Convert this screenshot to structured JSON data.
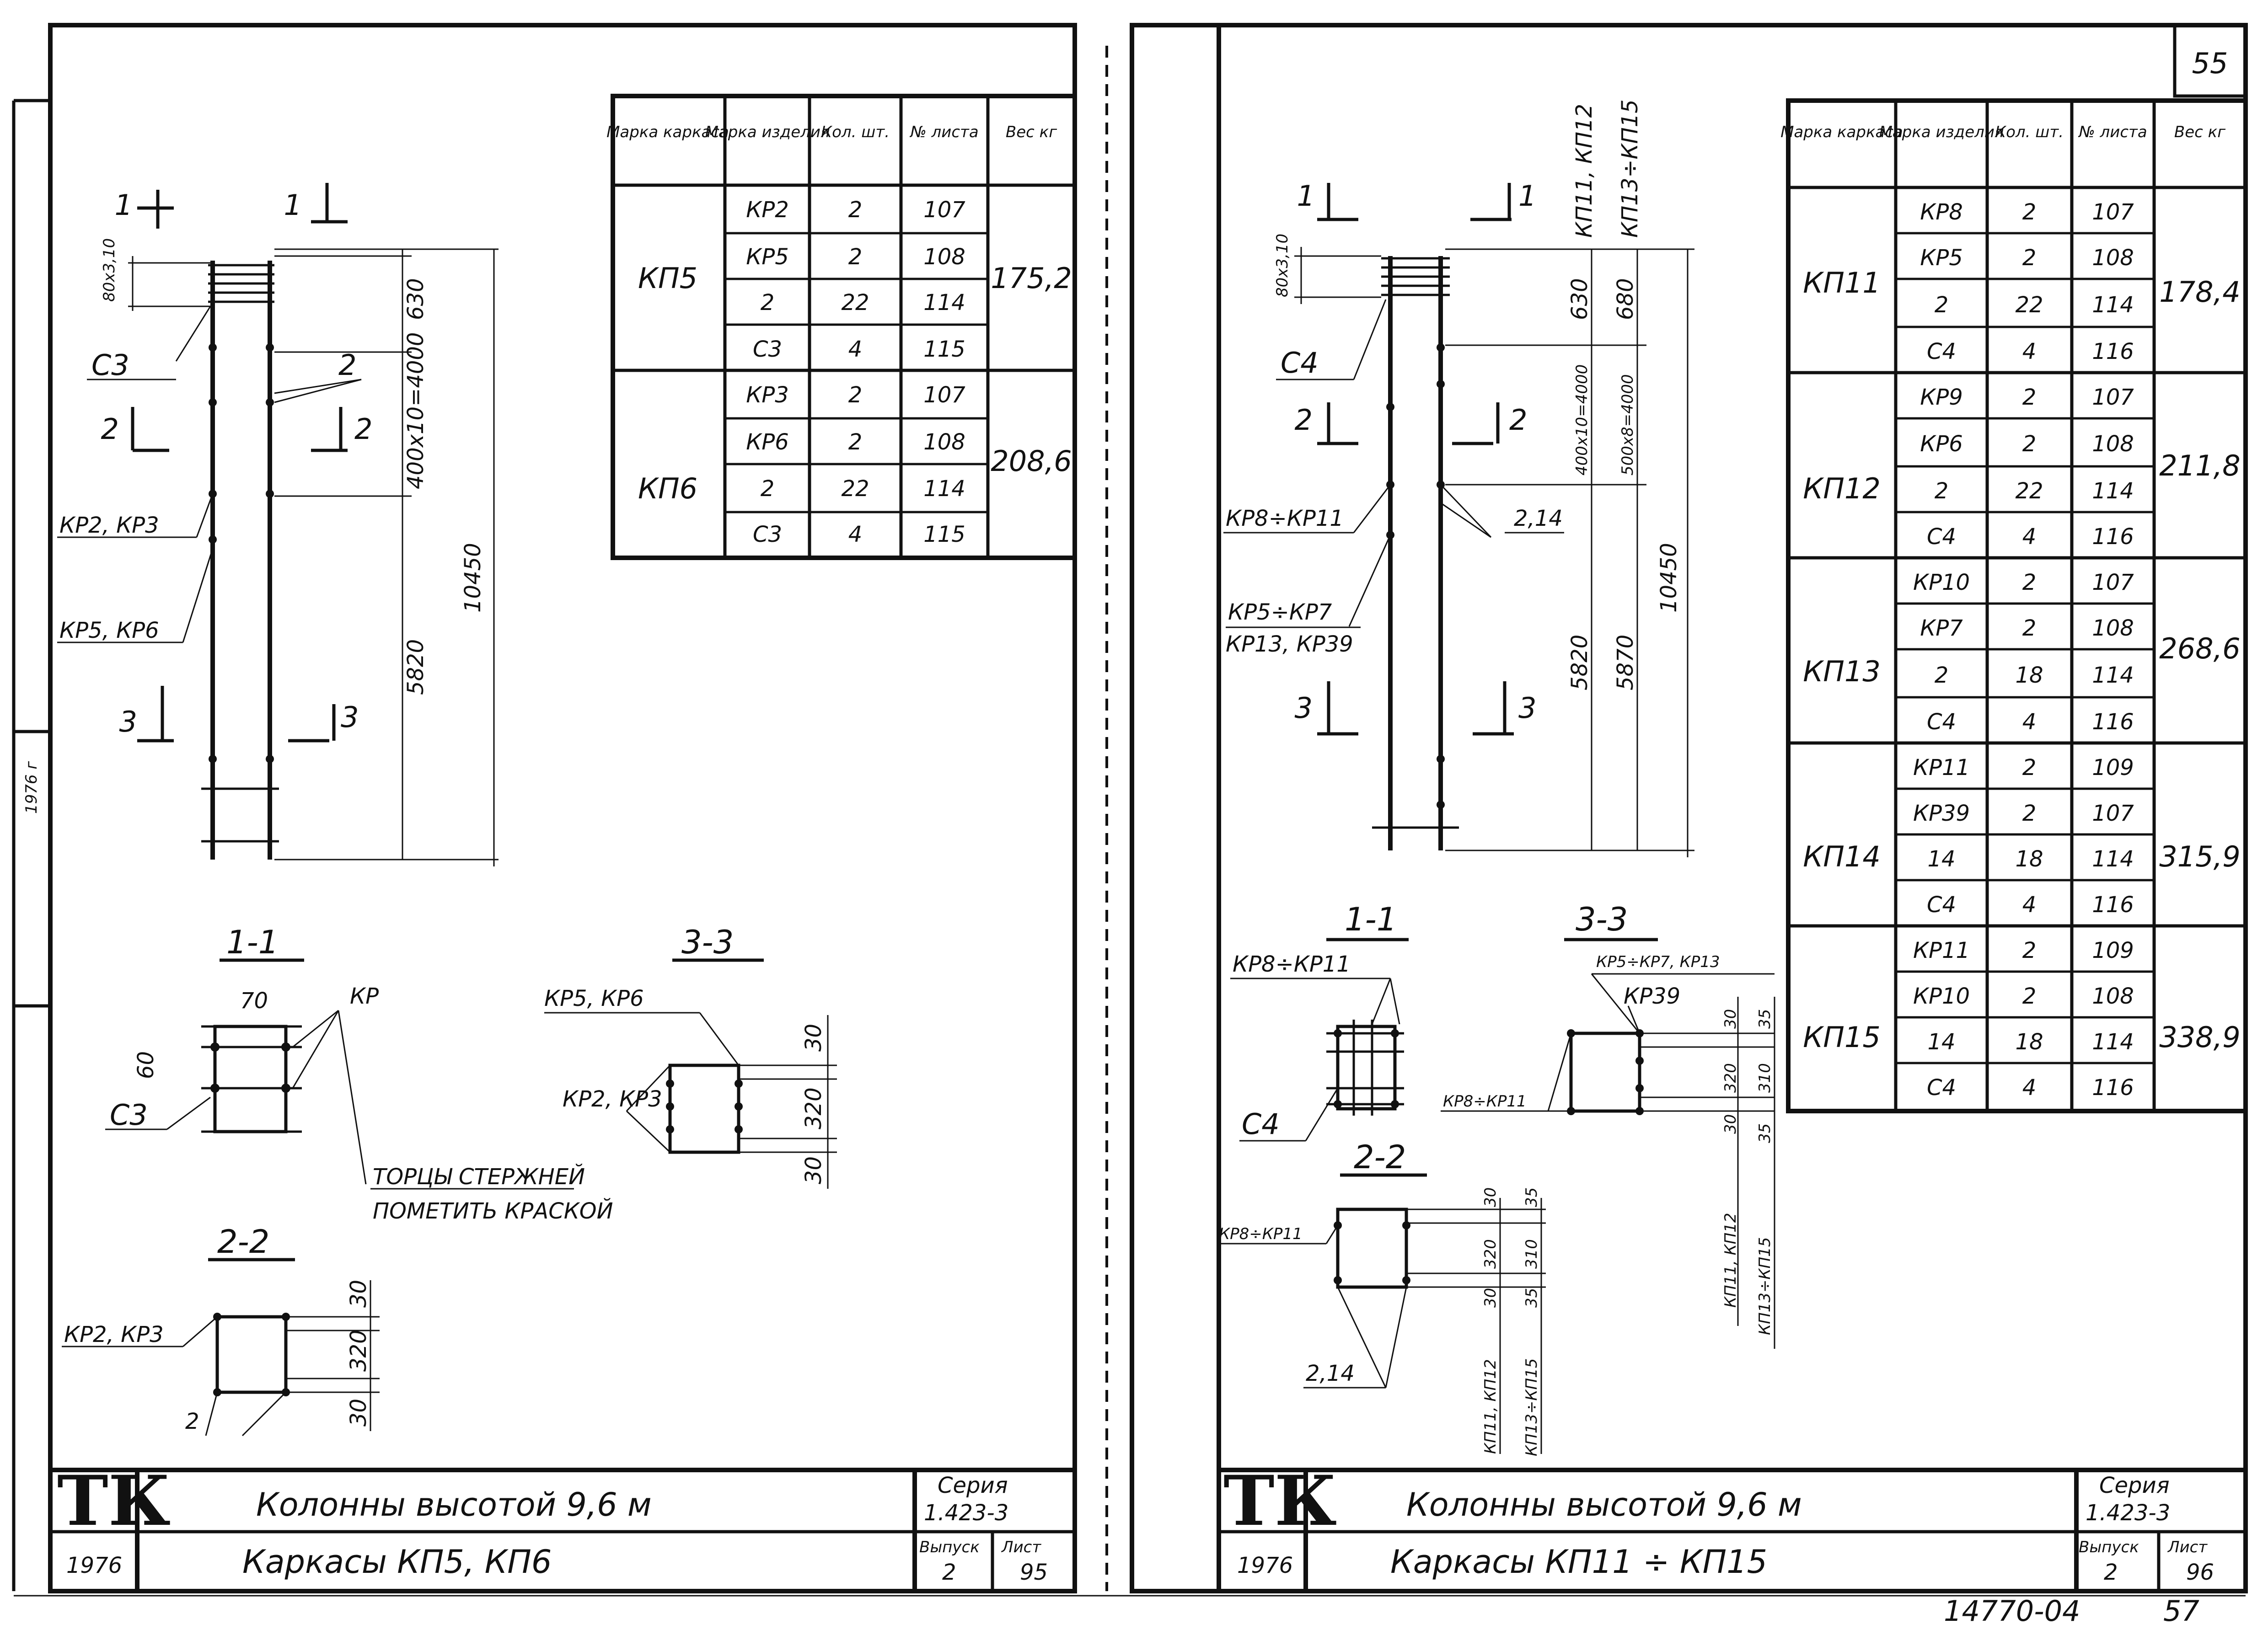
{
  "sheet_left": {
    "tables": {
      "headers": [
        "Марка каркаса",
        "Марка изделия",
        "Кол. шт.",
        "№ листа",
        "Вес кг"
      ],
      "groups": [
        {
          "frame": "КП5",
          "weight": "175,2",
          "rows": [
            [
              "КР2",
              "2",
              "107"
            ],
            [
              "КР5",
              "2",
              "108"
            ],
            [
              "2",
              "22",
              "114"
            ],
            [
              "С3",
              "4",
              "115"
            ]
          ]
        },
        {
          "frame": "КП6",
          "weight": "208,6",
          "rows": [
            [
              "КР3",
              "2",
              "107"
            ],
            [
              "КР6",
              "2",
              "108"
            ],
            [
              "2",
              "22",
              "114"
            ],
            [
              "С3",
              "4",
              "115"
            ]
          ]
        }
      ]
    },
    "drawing": {
      "section_marks": [
        "1",
        "1",
        "2",
        "2",
        "3",
        "3"
      ],
      "dims_top": "80х3,10",
      "dim_630": "630",
      "dim_400": "400х10=4000",
      "dim_5820": "5820",
      "dim_total": "10450",
      "labels": {
        "c3": "С3",
        "two": "2",
        "kr23": "КР2, КР3",
        "kr56": "КР5, КР6"
      }
    },
    "sections": {
      "s11": "1-1",
      "s33": "3-3",
      "s22": "2-2",
      "d70": "70",
      "d60": "60",
      "c3": "С3",
      "kp": "КР",
      "kr56": "КР5, КР6",
      "kr23": "КР2, КР3",
      "d30a": "30",
      "d320": "320",
      "d30b": "30",
      "note1": "ТОРЦЫ СТЕРЖНЕЙ",
      "note2": "ПОМЕТИТЬ КРАСКОЙ",
      "s22_kr23": "КР2, КР3",
      "s22_2": "2",
      "s22_d30a": "30",
      "s22_d320": "320",
      "s22_d30b": "30"
    },
    "title_block": {
      "tk": "ТК",
      "line1": "Колонны высотой 9,6 м",
      "line2": "Каркасы КП5, КП6",
      "year": "1976",
      "series_label": "Серия",
      "series": "1.423-3",
      "issue_label": "Выпуск",
      "issue": "2",
      "sheet_label": "Лист",
      "sheet": "95"
    },
    "margin_stamp": "1976 г"
  },
  "sheet_right": {
    "page_number": "55",
    "tables": {
      "headers": [
        "Марка каркаса",
        "Марка изделия",
        "Кол. шт.",
        "№ листа",
        "Вес кг"
      ],
      "groups": [
        {
          "frame": "КП11",
          "weight": "178,4",
          "rows": [
            [
              "КР8",
              "2",
              "107"
            ],
            [
              "КР5",
              "2",
              "108"
            ],
            [
              "2",
              "22",
              "114"
            ],
            [
              "С4",
              "4",
              "116"
            ]
          ]
        },
        {
          "frame": "КП12",
          "weight": "211,8",
          "rows": [
            [
              "КР9",
              "2",
              "107"
            ],
            [
              "КР6",
              "2",
              "108"
            ],
            [
              "2",
              "22",
              "114"
            ],
            [
              "С4",
              "4",
              "116"
            ]
          ]
        },
        {
          "frame": "КП13",
          "weight": "268,6",
          "rows": [
            [
              "КР10",
              "2",
              "107"
            ],
            [
              "КР7",
              "2",
              "108"
            ],
            [
              "2",
              "18",
              "114"
            ],
            [
              "С4",
              "4",
              "116"
            ]
          ]
        },
        {
          "frame": "КП14",
          "weight": "315,9",
          "rows": [
            [
              "КР11",
              "2",
              "109"
            ],
            [
              "КР39",
              "2",
              "107"
            ],
            [
              "14",
              "18",
              "114"
            ],
            [
              "С4",
              "4",
              "116"
            ]
          ]
        },
        {
          "frame": "КП15",
          "weight": "338,9",
          "rows": [
            [
              "КР11",
              "2",
              "109"
            ],
            [
              "КР10",
              "2",
              "108"
            ],
            [
              "14",
              "18",
              "114"
            ],
            [
              "С4",
              "4",
              "116"
            ]
          ]
        }
      ]
    },
    "drawing": {
      "column_titles": [
        "КП11, КП12",
        "КП13÷КП15"
      ],
      "dims_top": "80х3,10",
      "dim_630": "630",
      "dim_680": "680",
      "dim_400": "400х10=4000",
      "dim_500": "500х8=4000",
      "dim_5820": "5820",
      "dim_5870": "5870",
      "dim_total": "10450",
      "labels": {
        "c4": "С4",
        "kr811": "КР8÷КР11",
        "kr57": "КР5÷КР7",
        "kr1339": "КР13, КР39",
        "d214": "2,14"
      }
    },
    "sections": {
      "s11": "1-1",
      "s33": "3-3",
      "s22": "2-2",
      "kr811": "КР8÷КР11",
      "c4": "С4",
      "kr57": "КР5÷КР7, КР13",
      "kr39": "КР39",
      "kr811b": "КР8÷КР11",
      "d30": "30",
      "d35": "35",
      "d320": "320",
      "d310": "310",
      "kp1112": "КП11, КП12",
      "kp1315": "КП13÷КП15",
      "s22_kr": "КР8÷КР11",
      "s22_214": "2,14"
    },
    "title_block": {
      "tk": "ТК",
      "line1": "Колонны высотой 9,6 м",
      "line2": "Каркасы КП11 ÷ КП15",
      "year": "1976",
      "series_label": "Серия",
      "series": "1.423-3",
      "issue_label": "Выпуск",
      "issue": "2",
      "sheet_label": "Лист",
      "sheet": "96"
    },
    "footer": {
      "code": "14770-04",
      "page": "57"
    }
  }
}
